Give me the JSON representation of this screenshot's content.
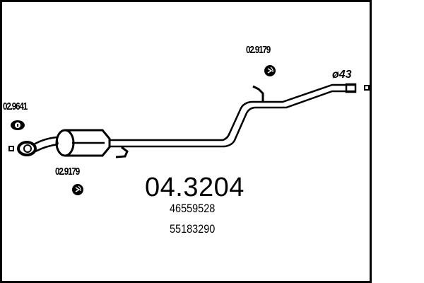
{
  "diagram": {
    "main_part_number": "04.3204",
    "oem_numbers": [
      "46559528",
      "55183290"
    ],
    "pipe_diameter": "ø43",
    "callouts": [
      {
        "part": "02.9179",
        "icon": "rubber-mount-ring-icon",
        "position": "top-right"
      },
      {
        "part": "02.9641",
        "icon": "flange-gasket-icon",
        "position": "left"
      },
      {
        "part": "02.9179",
        "icon": "rubber-mount-ring-icon",
        "position": "bottom-left"
      }
    ],
    "components": [
      "front-flange",
      "front-pipe",
      "catalytic-converter",
      "middle-pipe",
      "hanger-bracket",
      "rear-pipe",
      "pipe-end-socket"
    ],
    "colors": {
      "line": "#000000",
      "background": "#ffffff"
    }
  }
}
